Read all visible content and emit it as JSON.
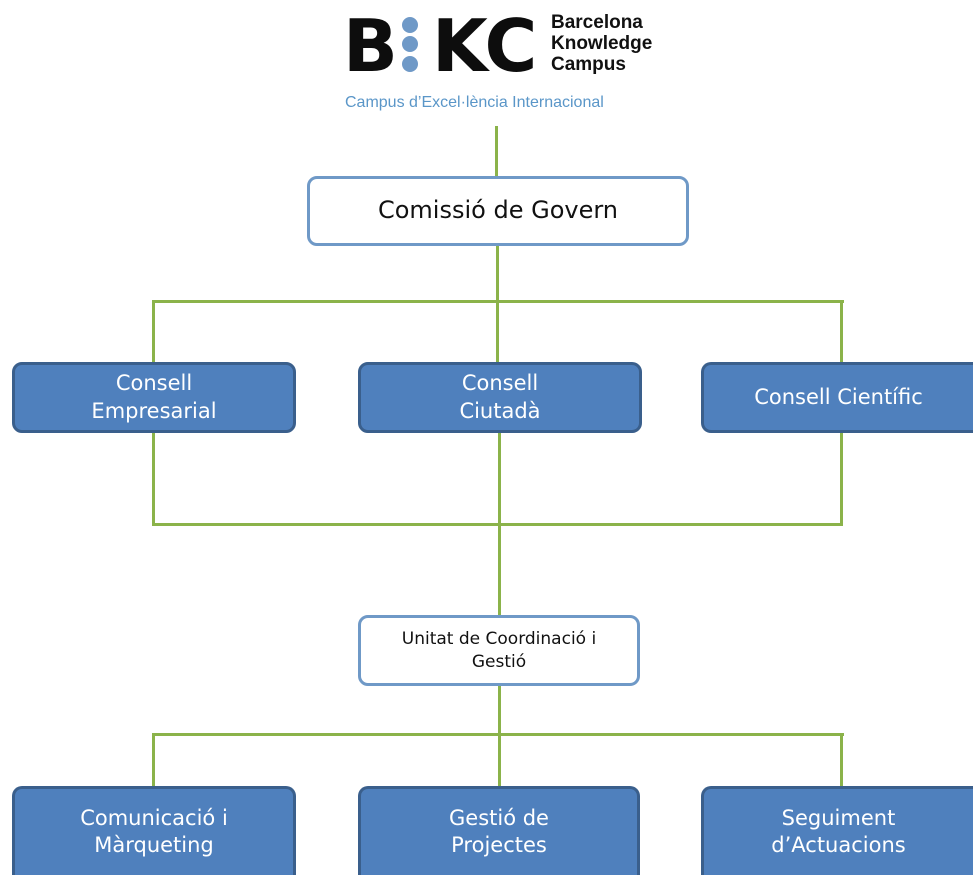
{
  "logo": {
    "letter_b": "B",
    "letters_kc": "KC",
    "name_line1": "Barcelona",
    "name_line2": "Knowledge",
    "name_line3": "Campus",
    "tagline": "Campus d’Excel·lència Internacional"
  },
  "nodes": {
    "govern": "Comissió de Govern",
    "empresarial_l1": "Consell",
    "empresarial_l2": "Empresarial",
    "ciutada_l1": "Consell",
    "ciutada_l2": "Ciutadà",
    "cientific": "Consell Científic",
    "unitat_l1": "Unitat de Coordinació i",
    "unitat_l2": "Gestió",
    "comunicacio_l1": "Comunicació i",
    "comunicacio_l2": "Màrqueting",
    "gestio_l1": "Gestió de",
    "gestio_l2": "Projectes",
    "seguiment_l1": "Seguiment",
    "seguiment_l2": "d’Actuacions"
  },
  "colors": {
    "connector": "#8bb34a",
    "box_fill_blue": "#4f80bd",
    "box_border_light": "#6f99c7",
    "logo_dot": "#6f99c7"
  }
}
